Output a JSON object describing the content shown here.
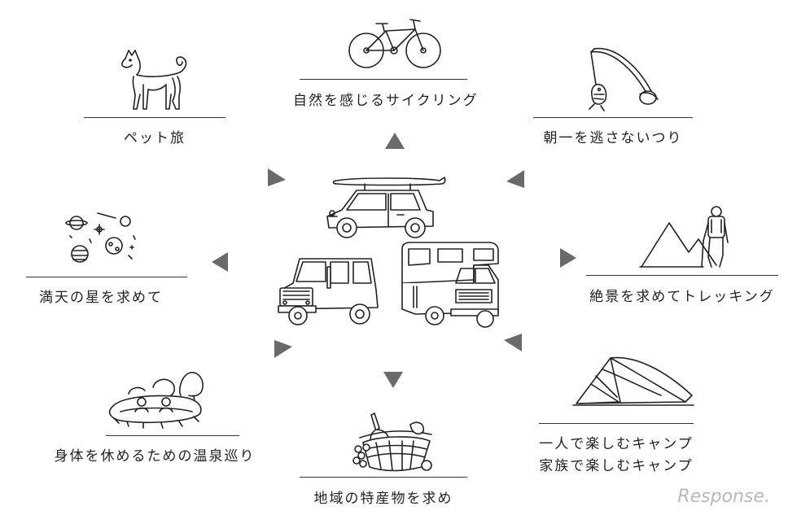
{
  "activities": {
    "cycling": "自然を感じるサイクリング",
    "fishing": "朝一を逃さないつり",
    "trekking": "絶景を求めてトレッキング",
    "camping_solo": "一人で楽しむキャンプ",
    "camping_family": "家族で楽しむキャンプ",
    "food": "地域の特産物を求め",
    "onsen": "身体を休めるための温泉巡り",
    "stars": "満天の星を求めて",
    "pet": "ペット旅"
  },
  "watermark": "Response."
}
